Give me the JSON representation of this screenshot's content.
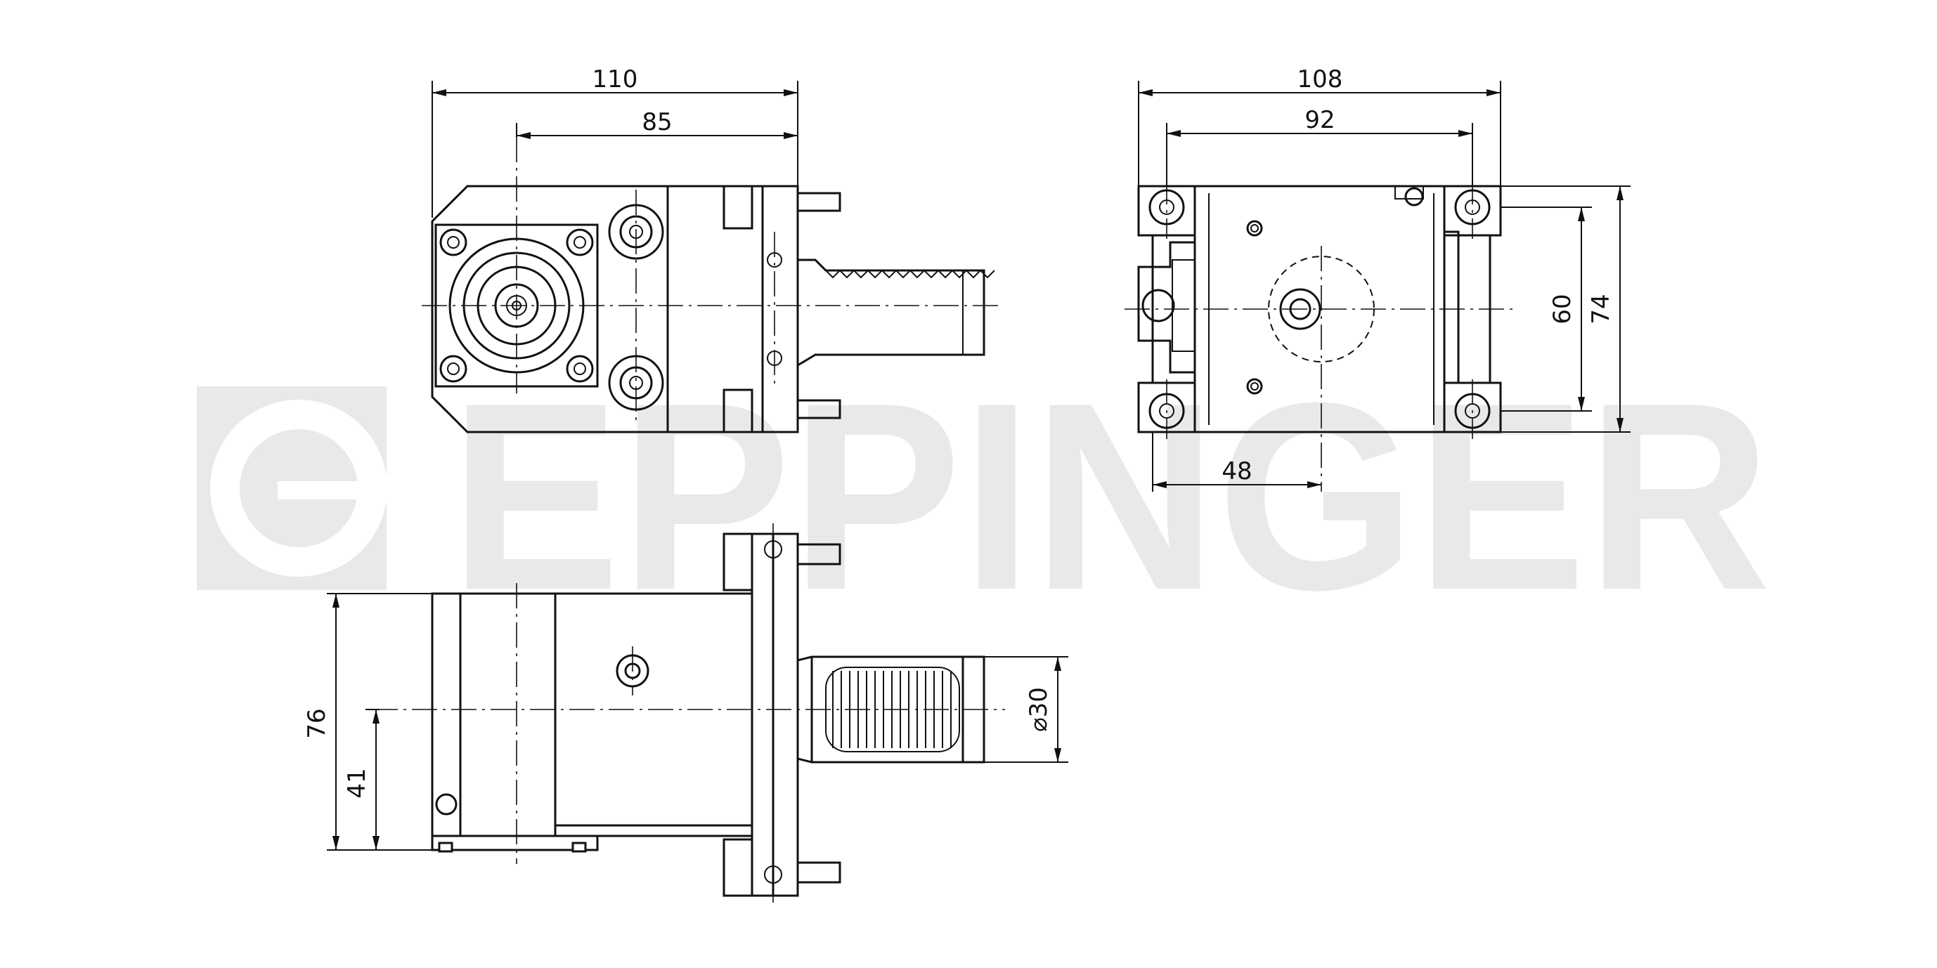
{
  "watermark": {
    "brand": "EPPINGER",
    "color": "#e9e9e9"
  },
  "dimensions": {
    "front_width_total": "110",
    "front_width_axis": "85",
    "side_width_total": "108",
    "side_width_inner": "92",
    "side_height_inner": "60",
    "side_height_total": "74",
    "side_offset": "48",
    "bottom_height_total": "76",
    "bottom_height_axis": "41",
    "shank_diameter": "⌀30"
  },
  "colors": {
    "line": "#111111",
    "background": "#ffffff"
  }
}
